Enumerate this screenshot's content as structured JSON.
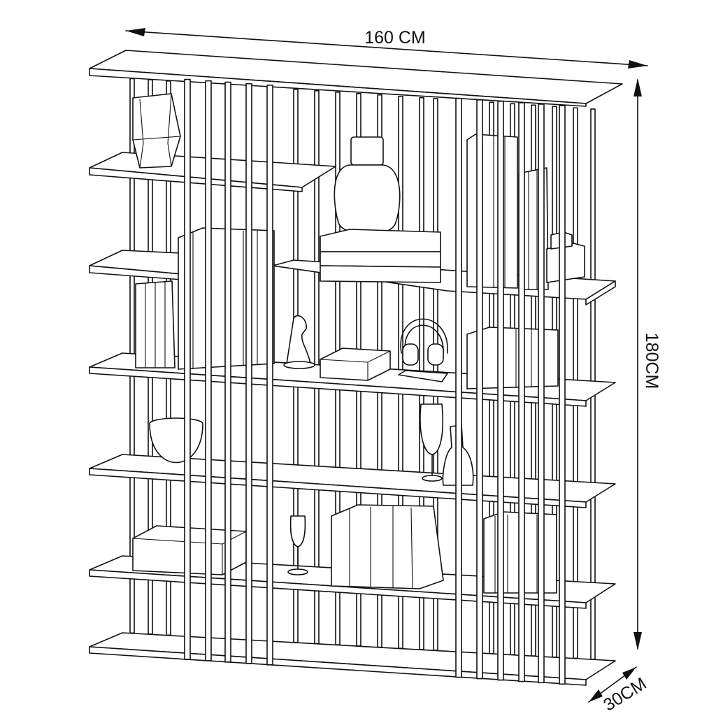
{
  "dimensions": {
    "width_label": "160 CM",
    "height_label": "180CM",
    "depth_label": "30CM"
  },
  "colors": {
    "line": "#111111",
    "background": "#ffffff"
  },
  "objects": [
    "vase",
    "round-vase",
    "book-stack",
    "books",
    "sculpture",
    "box",
    "headphones",
    "phone",
    "bowl",
    "wine-glass",
    "bottle",
    "champagne-flute"
  ]
}
